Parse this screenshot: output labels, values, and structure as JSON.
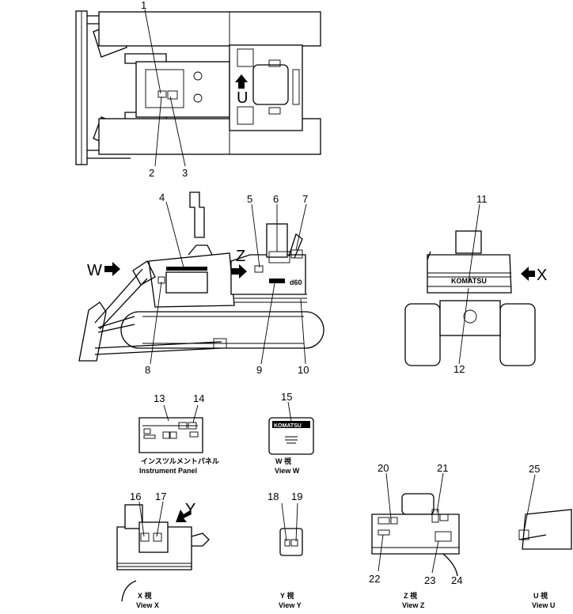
{
  "callouts": {
    "c1": "1",
    "c2": "2",
    "c3": "3",
    "c4": "4",
    "c5": "5",
    "c6": "6",
    "c7": "7",
    "c8": "8",
    "c9": "9",
    "c10": "10",
    "c11": "11",
    "c12": "12",
    "c13": "13",
    "c14": "14",
    "c15": "15",
    "c16": "16",
    "c17": "17",
    "c18": "18",
    "c19": "19",
    "c20": "20",
    "c21": "21",
    "c22": "22",
    "c23": "23",
    "c24": "24",
    "c25": "25"
  },
  "view_letters": {
    "u": "U",
    "w": "W",
    "x": "X",
    "y": "Y",
    "z": "Z"
  },
  "captions": {
    "instrument_jp": "インスツルメントパネル",
    "instrument_en": "Instrument Panel",
    "w_jp": "W 視",
    "w_en": "View W",
    "x_jp": "X 視",
    "x_en": "View X",
    "y_jp": "Y 視",
    "y_en": "View Y",
    "z_jp": "Z 視",
    "z_en": "View Z",
    "u_jp": "U 視",
    "u_en": "View U"
  },
  "plate_text": {
    "komatsu_rear": "KOMATSU",
    "komatsu_w": "KOMATSU",
    "side_badge": "d60"
  }
}
